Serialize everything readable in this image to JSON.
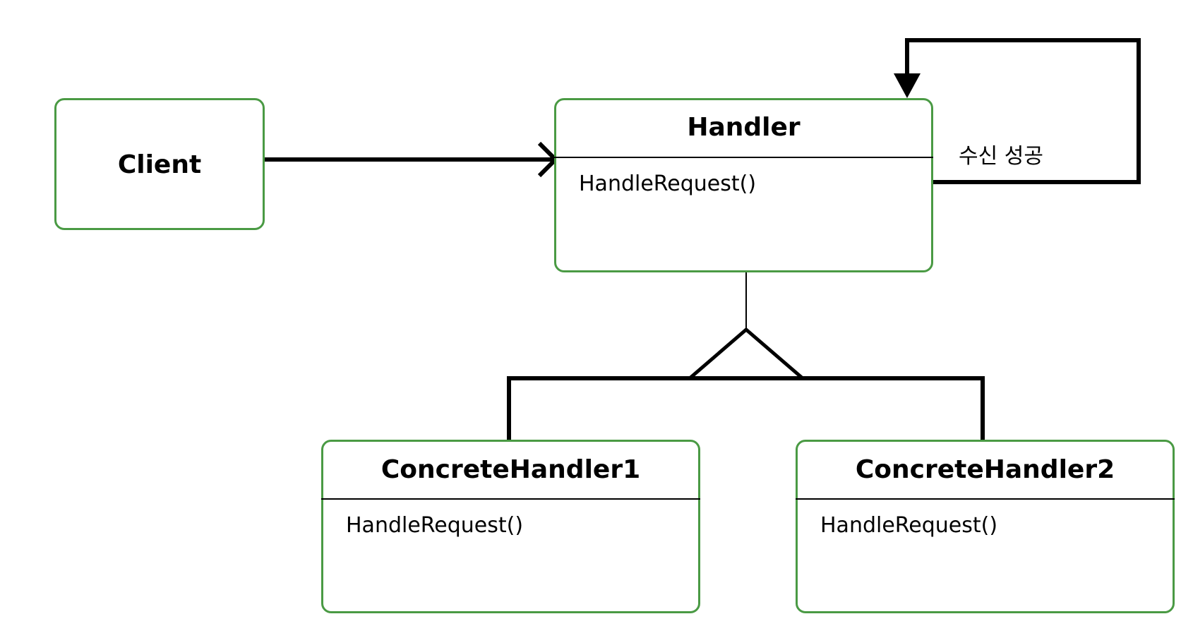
{
  "colors": {
    "box_border": "#4a9a44",
    "line": "#000000",
    "background": "#ffffff"
  },
  "client": {
    "title": "Client"
  },
  "handler": {
    "title": "Handler",
    "method": "HandleRequest()"
  },
  "concrete_handler_1": {
    "title": "ConcreteHandler1",
    "method": "HandleRequest()"
  },
  "concrete_handler_2": {
    "title": "ConcreteHandler2",
    "method": "HandleRequest()"
  },
  "self_loop": {
    "label": "수신 성공"
  }
}
